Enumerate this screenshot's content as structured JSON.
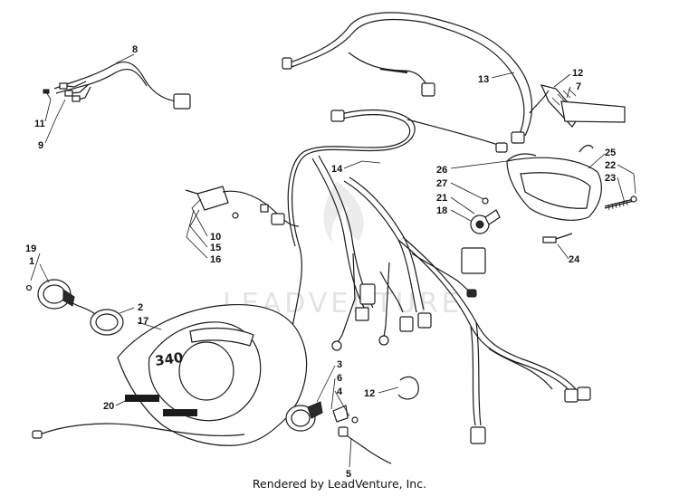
{
  "callouts": {
    "c8": "8",
    "c11": "11",
    "c9": "9",
    "c13": "13",
    "c12a": "12",
    "c7": "7",
    "c14": "14",
    "c26": "26",
    "c25": "25",
    "c22": "22",
    "c23": "23",
    "c27": "27",
    "c21": "21",
    "c18": "18",
    "c10": "10",
    "c15": "15",
    "c16": "16",
    "c24": "24",
    "c19": "19",
    "c1": "1",
    "c2": "2",
    "c17": "17",
    "c3": "3",
    "c6": "6",
    "c4": "4",
    "c12b": "12",
    "c20": "20",
    "c5": "5"
  },
  "watermark": "LEADVENTURE",
  "gauge_label": "340",
  "footer": "Rendered by LeadVenture, Inc.",
  "colors": {
    "ink": "#1a1a1a",
    "watermark": "#e3e3e3",
    "background": "#ffffff"
  }
}
